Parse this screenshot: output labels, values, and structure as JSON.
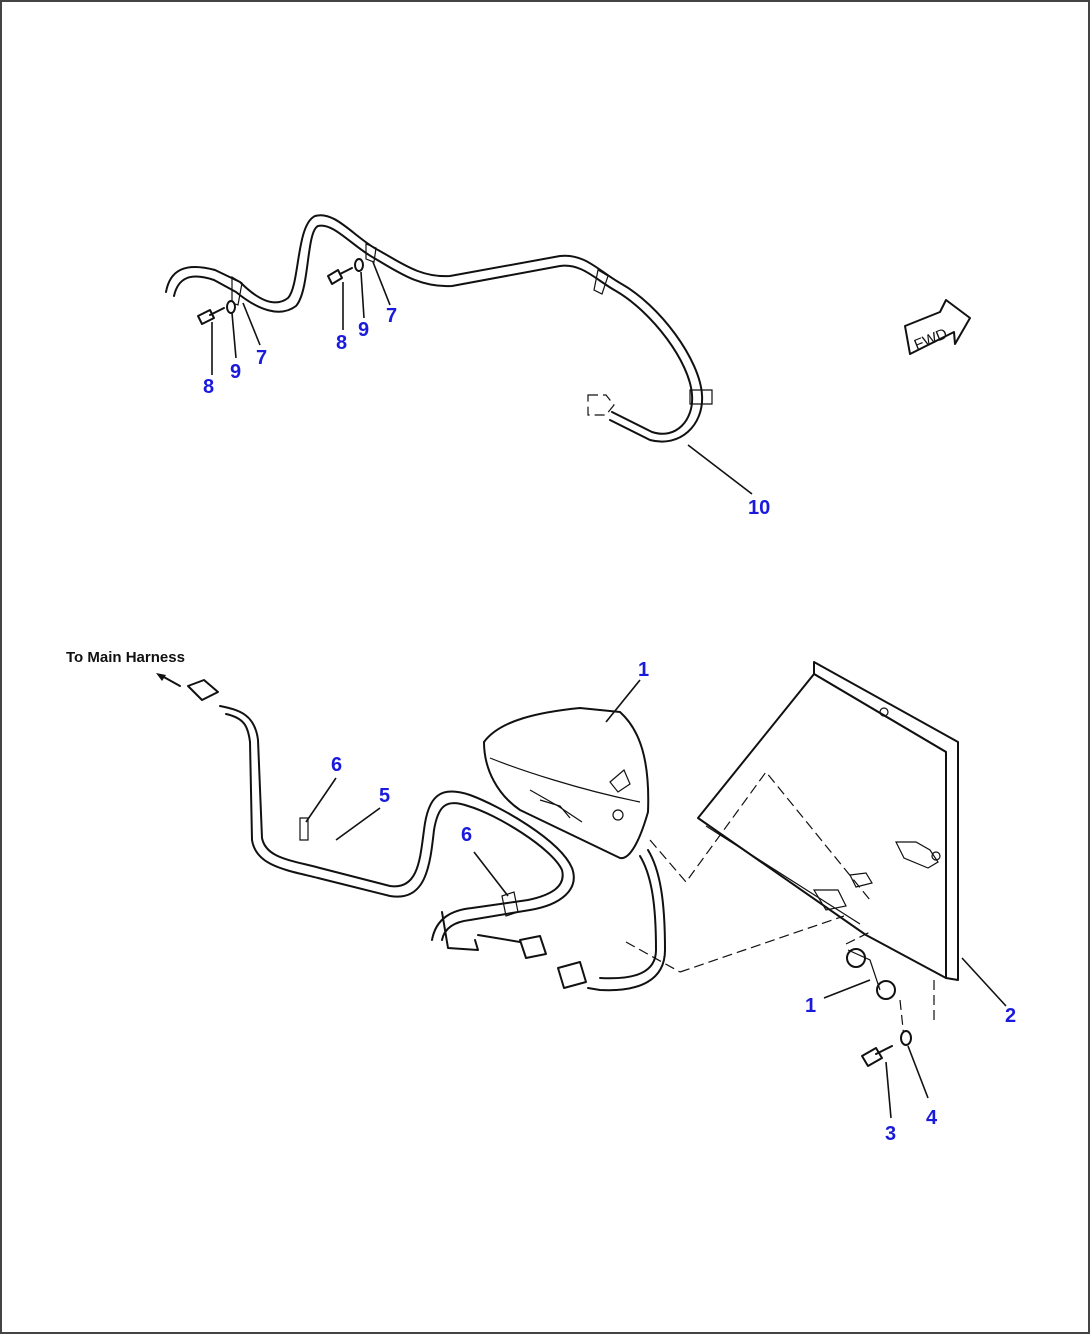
{
  "note": {
    "to_main_harness": "To Main Harness"
  },
  "fwd_label": "FWD",
  "callouts": {
    "c1": "1",
    "c1b": "1",
    "c2": "2",
    "c3": "3",
    "c4": "4",
    "c5": "5",
    "c6a": "6",
    "c6b": "6",
    "c7a": "7",
    "c7b": "7",
    "c8a": "8",
    "c8b": "8",
    "c9a": "9",
    "c9b": "9",
    "c10": "10"
  },
  "colors": {
    "callout": "#1a1adc",
    "line": "#111111"
  }
}
